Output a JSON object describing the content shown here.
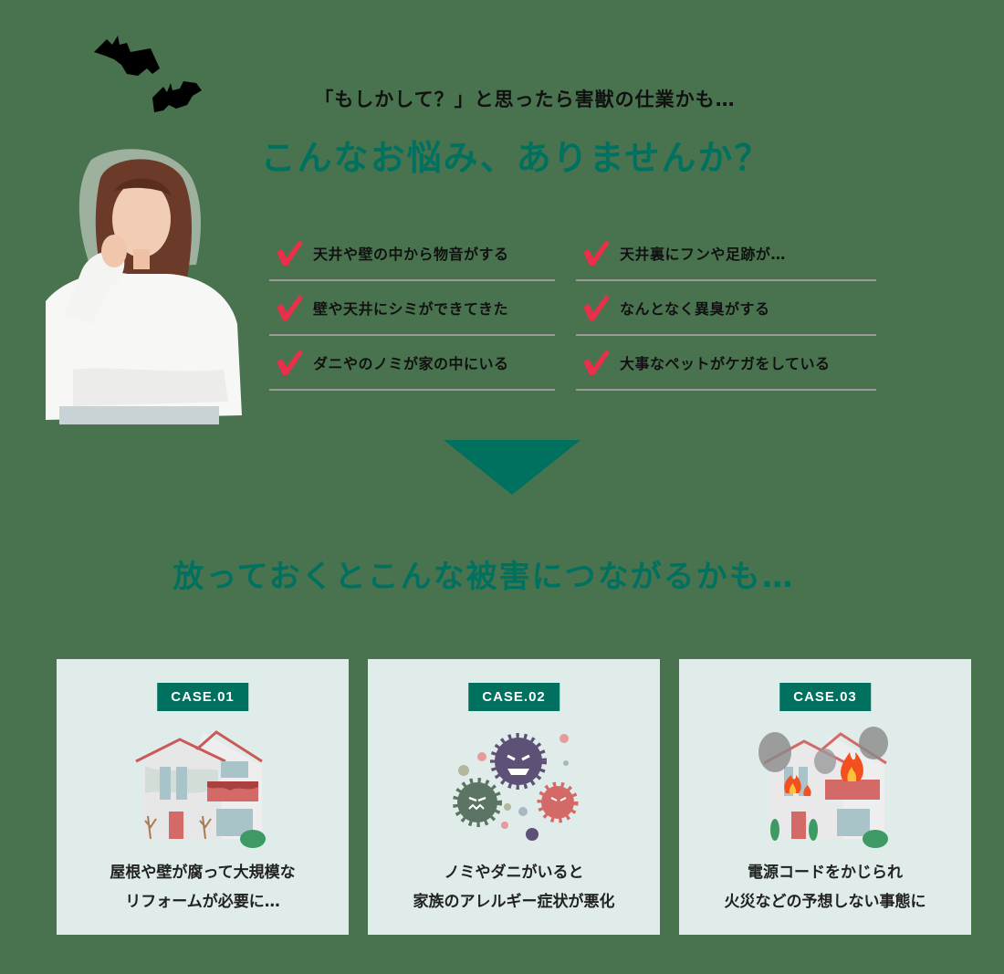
{
  "header": {
    "subtitle": "「もしかして？」と思ったら害獣の仕業かも…",
    "title": "こんなお悩み、ありませんか？"
  },
  "checklist": {
    "icon": "check-icon",
    "check_color": "#e8304a",
    "items": [
      {
        "label": "天井や壁の中から物音がする"
      },
      {
        "label": "天井裏にフンや足跡が…"
      },
      {
        "label": "壁や天井にシミができてきた"
      },
      {
        "label": "なんとなく異臭がする"
      },
      {
        "label": "ダニやのノミが家の中にいる"
      },
      {
        "label": "大事なペットがケガをしている"
      }
    ]
  },
  "transition": {
    "arrow_icon": "down-triangle-icon",
    "headline": "放っておくとこんな被害につながるかも…"
  },
  "cases": [
    {
      "badge": "CASE.01",
      "illustration": "damaged-house-icon",
      "line1": "屋根や壁が腐って大規模な",
      "line2": "リフォームが必要に…"
    },
    {
      "badge": "CASE.02",
      "illustration": "germs-icon",
      "line1": "ノミやダニがいると",
      "line2": "家族のアレルギー症状が悪化"
    },
    {
      "badge": "CASE.03",
      "illustration": "burning-house-icon",
      "line1": "電源コードをかじられ",
      "line2": "火災などの予想しない事態に"
    }
  ],
  "colors": {
    "background": "#49734f",
    "brand_green": "#00715f",
    "card_bg": "#dfecea",
    "check_red": "#e8304a"
  }
}
